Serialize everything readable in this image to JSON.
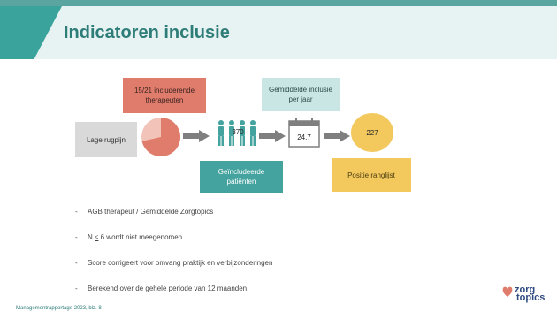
{
  "header": {
    "title": "Indicatoren inclusie"
  },
  "diagram": {
    "therapeuten_label": "15/21 includerende therapeuten",
    "rugpijn_label": "Lage rugpijn",
    "gemiddelde_label": "Gemiddelde inclusie per jaar",
    "patienten_label": "Geïncludeerde patiënten",
    "ranglijst_label": "Positie ranglijst",
    "patienten_count": "370",
    "gemiddelde_value": "24.7",
    "ranglijst_value": "227",
    "pie_fraction": 0.714,
    "colors": {
      "coral": "#e07c6b",
      "teal": "#44a39e",
      "light_teal": "#c9e6e4",
      "yellow": "#f3c95e",
      "grey": "#d9d9d9",
      "arrow": "#7f7f7f"
    }
  },
  "bullets": {
    "b1": "AGB therapeut / Gemiddelde Zorgtopics",
    "b2_prefix": "N ",
    "b2_symbol": "≤",
    "b2_suffix": " 6 wordt niet meegenomen",
    "b3": "Score corrigeert voor omvang praktijk en verbijzonderingen",
    "b4": "Berekend over de gehele periode van 12 maanden"
  },
  "footer": {
    "text": "Managementrapportage 2023, blz. 8"
  },
  "logo": {
    "line1": "zorg",
    "line2": "topics"
  }
}
